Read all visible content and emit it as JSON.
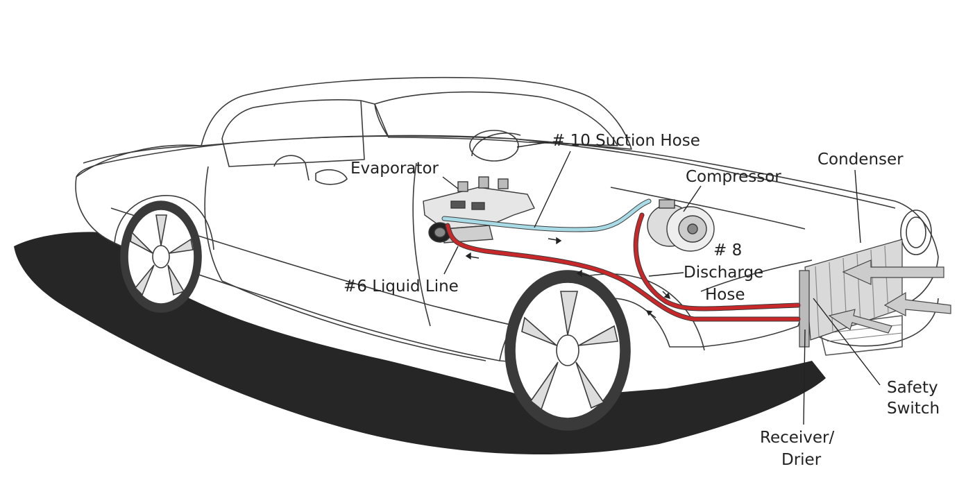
{
  "labels": {
    "suction_hose": "# 10 Suction Hose",
    "evaporator": "Evaporator",
    "compressor": "Compressor",
    "condenser": "Condenser",
    "discharge_num": "# 8",
    "discharge_1": "Discharge",
    "discharge_2": "Hose",
    "liquid_line": "#6 Liquid Line",
    "safety_1": "Safety",
    "safety_2": "Switch",
    "receiver_1": "Receiver/",
    "receiver_2": "Drier"
  },
  "colors": {
    "suction_line": "#a8dbe6",
    "discharge_line": "#c8282a",
    "shadow": "#262626",
    "outline": "#3a3a3a"
  }
}
